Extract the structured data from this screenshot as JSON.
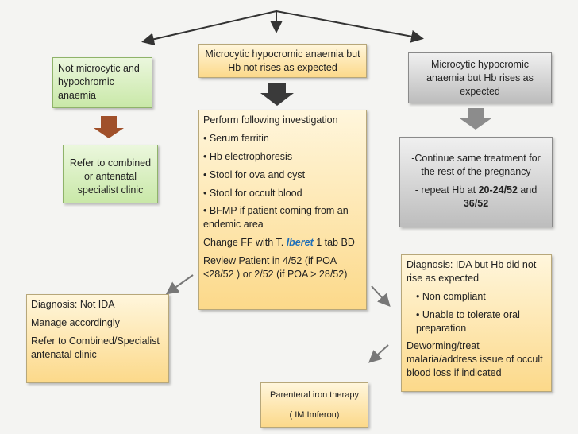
{
  "nodes": {
    "not_microcytic": "Not microcytic and hypochromic anaemia",
    "refer_combined": "Refer to combined or antenatal specialist clinic",
    "hb_not_rises": "Microcytic hypocromic anaemia but Hb not rises as expected",
    "hb_rises": "Microcytic hypocromic anaemia but Hb  rises as expected",
    "investigation": {
      "title": "Perform following investigation",
      "items": [
        "• Serum ferritin",
        "• Hb electrophoresis",
        "• Stool for ova and cyst",
        "• Stool for occult blood",
        "• BFMP if patient coming from an endemic area"
      ],
      "change_prefix": "Change FF with T. ",
      "change_drug": "Iberet",
      "change_suffix": " 1 tab BD",
      "review": "Review Patient in 4/52 (if POA <28/52 ) or 2/52 (if POA > 28/52)"
    },
    "continue_treatment": {
      "line1": "-Continue same treatment for the rest of the pregnancy",
      "line2_prefix": "- repeat  Hb at ",
      "line2_bold1": "20-24/52",
      "line2_mid": " and ",
      "line2_bold2": "36/52"
    },
    "not_ida": {
      "title": "Diagnosis: Not IDA",
      "manage": " Manage accordingly",
      "refer": " Refer to Combined/Specialist antenatal clinic"
    },
    "ida_not_rise": {
      "title": "Diagnosis: IDA but Hb did not rise as expected",
      "items": [
        "• Non compliant",
        "• Unable to tolerate oral preparation"
      ],
      "deworm": "Deworming/treat malaria/address issue of occult blood loss if indicated"
    },
    "parenteral": {
      "line1": "Parenteral iron therapy",
      "line2": "( IM Imferon)"
    }
  },
  "colors": {
    "yellow_box": "#fcd98a",
    "green_box": "#c9e8a8",
    "grey_box": "#bdbdbd",
    "brown_arrow": "#a0502a",
    "dark_arrow": "#3a3a3a",
    "grey_arrow": "#8c8c8c",
    "drug_name": "#1f6fb8"
  }
}
